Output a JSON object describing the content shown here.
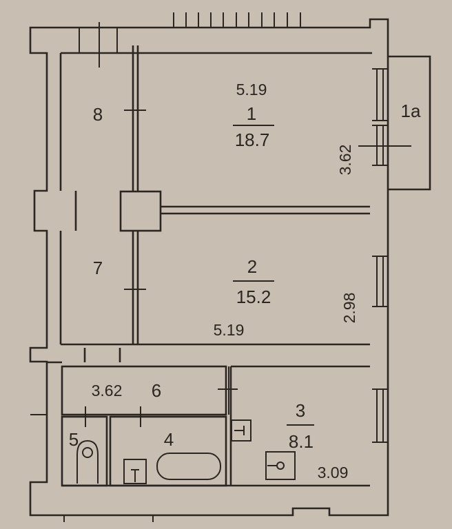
{
  "plan": {
    "rooms": [
      {
        "number": "1",
        "area": "18.7",
        "width": "5.19",
        "depth": "3.62"
      },
      {
        "number": "2",
        "area": "15.2",
        "width": "5.19",
        "depth": "2.98"
      },
      {
        "number": "3",
        "area": "8.1",
        "dimension": "3.09"
      },
      {
        "number": "4"
      },
      {
        "number": "5"
      },
      {
        "number": "6",
        "dimension": "3.62"
      },
      {
        "number": "7"
      },
      {
        "number": "8"
      },
      {
        "number": "1a"
      }
    ]
  },
  "colors": {
    "background": "#c8beb1",
    "lines": "#2b2622"
  }
}
